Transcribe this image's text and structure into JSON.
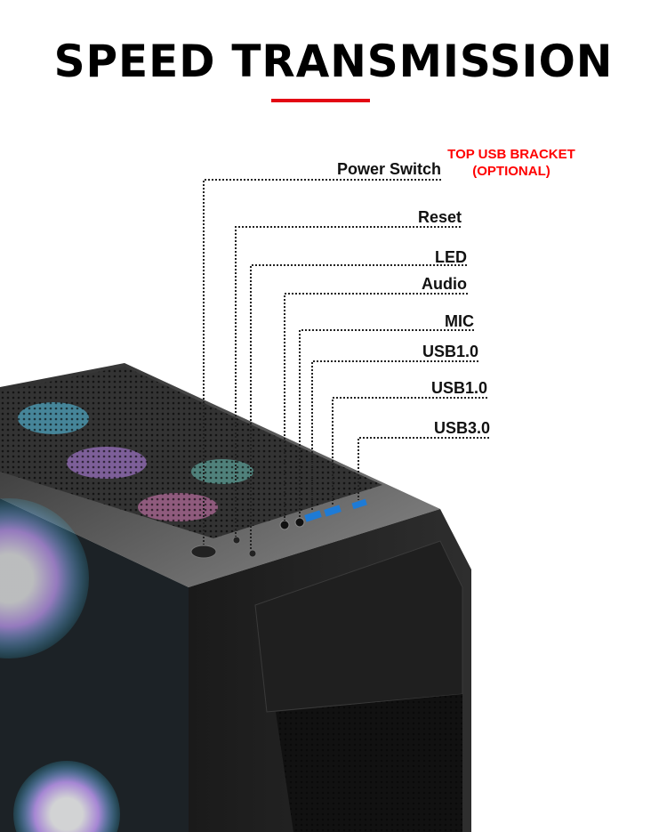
{
  "title": "SPEED TRANSMISSION",
  "accent_color": "#e30613",
  "bracket_note": {
    "line1": "TOP USB BRACKET",
    "line2": "(OPTIONAL)"
  },
  "callouts": [
    {
      "label": "Power Switch"
    },
    {
      "label": "Reset"
    },
    {
      "label": "LED"
    },
    {
      "label": "Audio"
    },
    {
      "label": "MIC"
    },
    {
      "label": "USB1.0"
    },
    {
      "label": "USB1.0"
    },
    {
      "label": "USB3.0"
    }
  ]
}
